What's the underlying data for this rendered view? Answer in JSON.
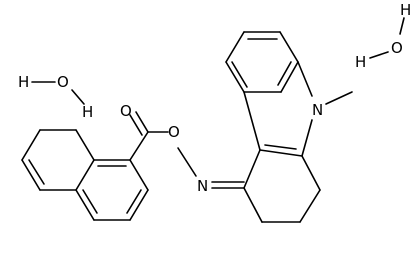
{
  "molecule": {
    "atoms": {
      "n_ring": "N",
      "n_oxime": "N",
      "o_ester": "O",
      "o_carbonyl": "O"
    },
    "water_left": {
      "h1": "H",
      "o": "O",
      "h2": "H"
    },
    "water_right": {
      "h1": "H",
      "o": "O",
      "h2": "H"
    },
    "colors": {
      "line": "#000000",
      "background": "#ffffff"
    }
  }
}
